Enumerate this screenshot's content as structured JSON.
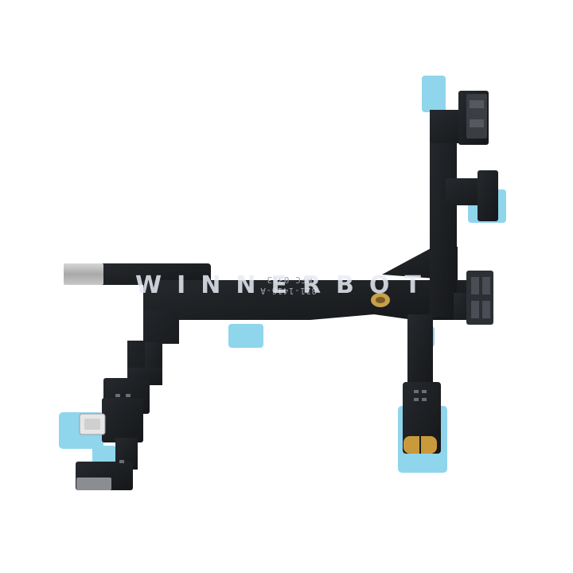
{
  "watermark": "WINNERBOT",
  "cable_print": {
    "line1": "821-1416-A",
    "line2": "MFC 0313"
  },
  "colors": {
    "background": "#ffffff",
    "flex": "#1b1d20",
    "pad_blue": "#8fd5ec",
    "gold": "#c89a3c",
    "metal": "#b9b9b9",
    "watermark": "#e8ecf5"
  }
}
